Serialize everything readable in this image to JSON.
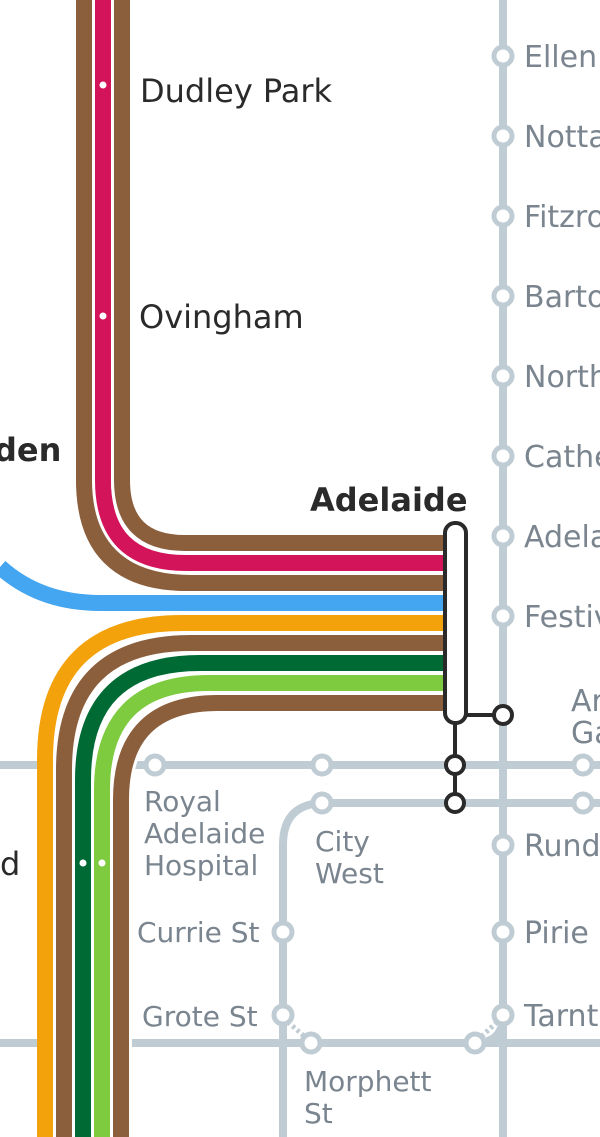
{
  "colors": {
    "brown": "#8B5E3C",
    "magenta": "#D4145A",
    "blue": "#44A5F0",
    "orange": "#F3A20B",
    "dark_green": "#006A35",
    "light_green": "#7ECB40",
    "tram_grey": "#BFCCD4",
    "hub_dark": "#2A2A2A",
    "label_dark": "#2A2A2A",
    "label_grey": "#7A858F"
  },
  "labels": {
    "dudley_park": "Dudley Park",
    "ovingham": "Ovingham",
    "den_fragment": "den",
    "adelaide": "Adelaide",
    "d_fragment": "d",
    "royal_1": "Royal",
    "royal_2": "Adelaide",
    "royal_3": "Hospital",
    "city_west_1": "City",
    "city_west_2": "West",
    "currie_st": "Currie St",
    "grote_st": "Grote St",
    "morphett_1": "Morphett",
    "morphett_2": "St"
  },
  "right_stations": [
    "Ellen",
    "Notta",
    "Fitzro",
    "Barto",
    "North",
    "Cathe",
    "Adela",
    "Festiv",
    "Ar",
    "Ga",
    "Rund",
    "Pirie S",
    "Tarnt"
  ]
}
